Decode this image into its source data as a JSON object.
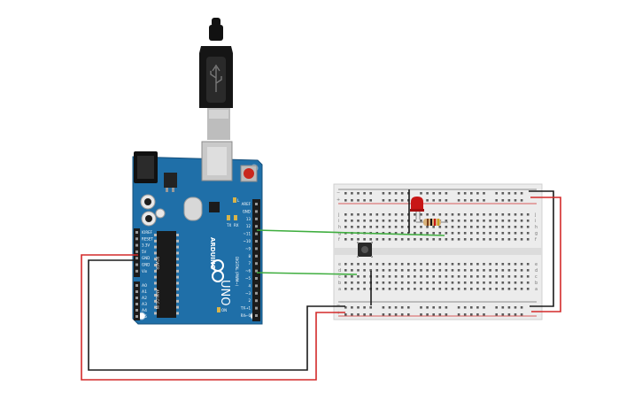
{
  "arduino": {
    "logo_text": "ARDUINO",
    "model": "UNO",
    "tx_label": "TX",
    "rx_label": "RX",
    "l_label": "L",
    "on_label": "ON",
    "top_header_labels": [
      "AREF",
      "GND",
      "13",
      "12",
      "~11",
      "~10",
      "~9",
      "8",
      "7",
      "~6",
      "~5",
      "4",
      "~3",
      "2",
      "TX→1",
      "RX←0"
    ],
    "digital_label": "DIGITAL (PWM~)",
    "power_labels": [
      "IOREF",
      "RESET",
      "3.3V",
      "5V",
      "GND",
      "GND",
      "Vin"
    ],
    "power_title": "POWER",
    "analog_labels": [
      "A0",
      "A1",
      "A2",
      "A3",
      "A4",
      "A5"
    ],
    "analog_title": "ANALOG IN"
  },
  "breadboard": {
    "row_letters_top": [
      "j",
      "i",
      "h",
      "g",
      "f"
    ],
    "row_letters_bottom": [
      "e",
      "d",
      "c",
      "b",
      "a"
    ],
    "rail_plus": "+",
    "rail_minus": "−"
  },
  "colors": {
    "board": "#1f6fa8",
    "board_edge": "#15507d",
    "wire_red": "#d42a2a",
    "wire_black": "#1b1b1b",
    "wire_green": "#3fae3f",
    "led": "#c81616",
    "breadboard": "#ececec"
  },
  "icons": [
    "usb-plug-icon",
    "infinity-logo-icon",
    "reset-button-icon",
    "pushbutton-icon",
    "led-icon",
    "resistor-icon"
  ]
}
